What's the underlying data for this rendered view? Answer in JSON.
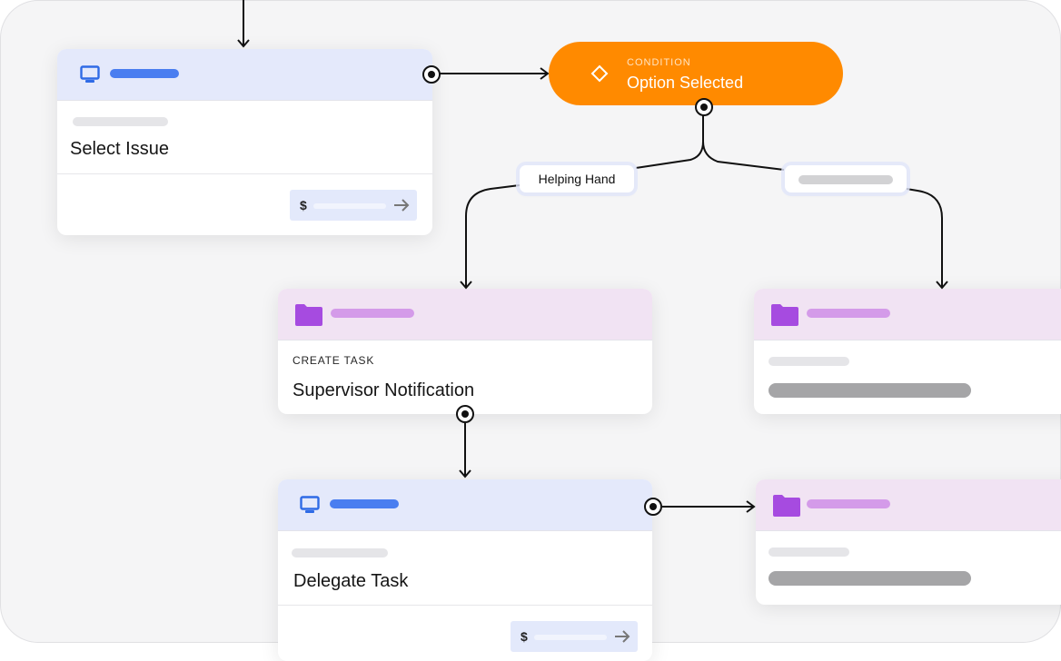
{
  "condition_node": {
    "kicker": "CONDITION",
    "title": "Option Selected",
    "icon": "diamond-icon",
    "color": "#ff8a00"
  },
  "branches": [
    {
      "label": "Helping Hand"
    },
    {
      "label": ""
    }
  ],
  "nodes": {
    "select_issue": {
      "title": "Select Issue",
      "icon": "monitor-icon",
      "footer_symbol": "$"
    },
    "supervisor_notification": {
      "caption": "CREATE TASK",
      "title": "Supervisor Notification",
      "icon": "folder-icon"
    },
    "delegate_task": {
      "title": "Delegate Task",
      "icon": "monitor-icon",
      "footer_symbol": "$"
    },
    "right_top": {
      "icon": "folder-icon"
    },
    "right_bottom": {
      "icon": "folder-icon"
    }
  },
  "colors": {
    "screen_node_header": "#e4e9fb",
    "task_node_header": "#f1e3f3",
    "screen_accent": "#4a7ef0",
    "task_accent": "#a64be0"
  }
}
